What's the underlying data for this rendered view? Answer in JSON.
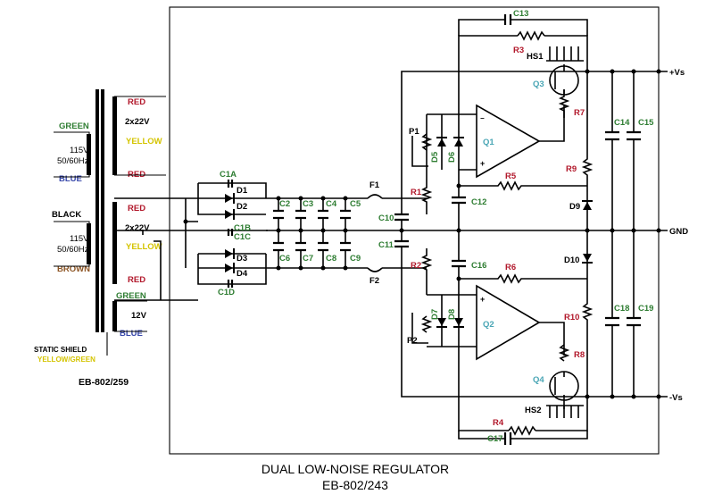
{
  "transformer_board": {
    "primary1": {
      "color_top": "GREEN",
      "voltage": "115V",
      "freq": "50/60Hz",
      "color_bottom": "BLUE"
    },
    "middle_color": "BLACK",
    "primary2": {
      "voltage": "115V",
      "freq": "50/60Hz",
      "color_bottom": "BROWN"
    },
    "secondary1": {
      "color_top": "RED",
      "voltage": "2x22V",
      "center": "YELLOW",
      "color_bottom": "RED"
    },
    "secondary2": {
      "color_top": "RED",
      "voltage": "2x22V",
      "center": "YELLOW",
      "color_bottom": "RED"
    },
    "aux": {
      "color_top": "GREEN",
      "voltage": "12V",
      "color_bottom": "BLUE"
    },
    "shield_line1": "STATIC SHIELD",
    "shield_line2": "YELLOW/GREEN",
    "board_id": "EB-802/259"
  },
  "components": {
    "C1A": "C1A",
    "C1B": "C1B",
    "C1C": "C1C",
    "C1D": "C1D",
    "D1": "D1",
    "D2": "D2",
    "D3": "D3",
    "D4": "D4",
    "C2": "C2",
    "C3": "C3",
    "C4": "C4",
    "C5": "C5",
    "C6": "C6",
    "C7": "C7",
    "C8": "C8",
    "C9": "C9",
    "F1": "F1",
    "F2": "F2",
    "C10": "C10",
    "C11": "C11",
    "R1": "R1",
    "R2": "R2",
    "P1": "P1",
    "P2": "P2",
    "D5": "D5",
    "D6": "D6",
    "D7": "D7",
    "D8": "D8",
    "Q1": "Q1",
    "Q2": "Q2",
    "Q3": "Q3",
    "Q4": "Q4",
    "HS1": "HS1",
    "HS2": "HS2",
    "C12": "C12",
    "C13": "C13",
    "C14": "C14",
    "C15": "C15",
    "C16": "C16",
    "C17": "C17",
    "C18": "C18",
    "C19": "C19",
    "R3": "R3",
    "R4": "R4",
    "R5": "R5",
    "R6": "R6",
    "R7": "R7",
    "R8": "R8",
    "R9": "R9",
    "R10": "R10",
    "D9": "D9",
    "D10": "D10"
  },
  "outputs": {
    "pos": "+Vs",
    "gnd": "GND",
    "neg": "-Vs"
  },
  "title": {
    "line1": "DUAL LOW-NOISE REGULATOR",
    "line2": "EB-802/243"
  },
  "colors": {
    "red": "#b2182b",
    "green": "#2e7d32",
    "yellow": "#d4c400",
    "blue": "#3949ab",
    "cyan": "#4aa6b5"
  }
}
